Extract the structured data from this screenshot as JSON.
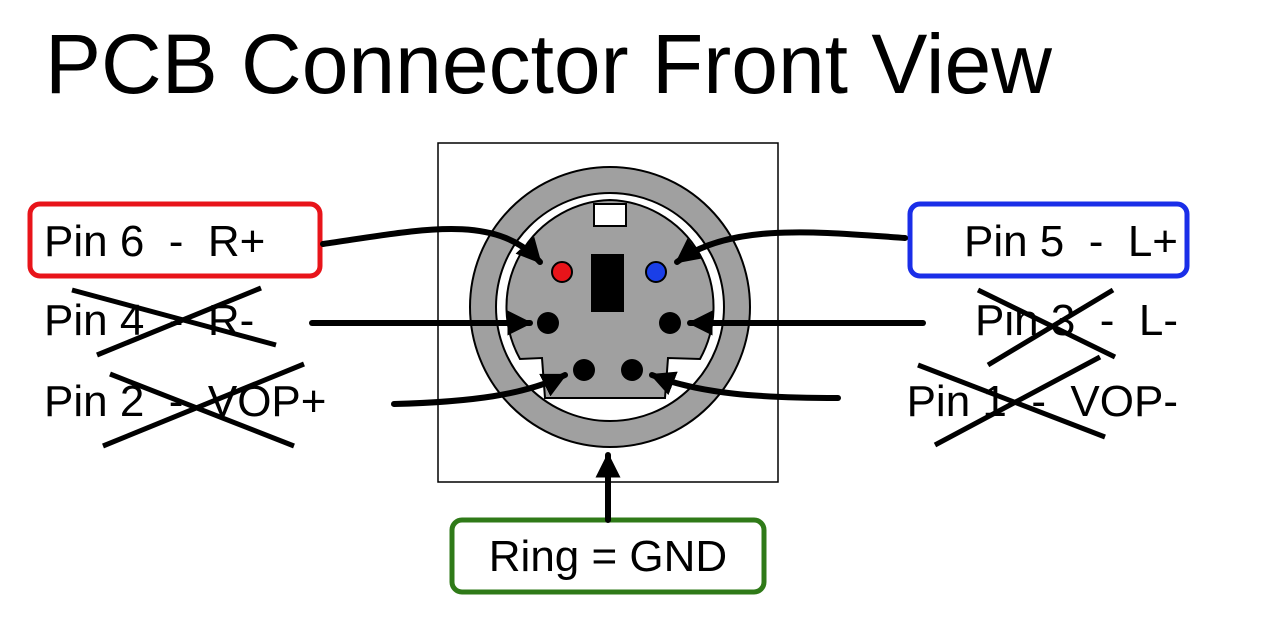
{
  "title": "PCB Connector Front View",
  "labels": {
    "pin6": "Pin 6  -  R+",
    "pin4": "Pin 4  -  R-",
    "pin2": "Pin 2  -  VOP+",
    "pin5": "Pin 5  -  L+",
    "pin3": "Pin 3  -  L-",
    "pin1": "Pin 1  -  VOP-",
    "ring": "Ring = GND"
  },
  "colors": {
    "pin6_box": "#e8141a",
    "pin5_box": "#1a2ee8",
    "ring_box": "#2f7a18",
    "pin6_dot": "#e8141a",
    "pin5_dot": "#1a3fe8",
    "connector_gray": "#a0a0a0"
  }
}
